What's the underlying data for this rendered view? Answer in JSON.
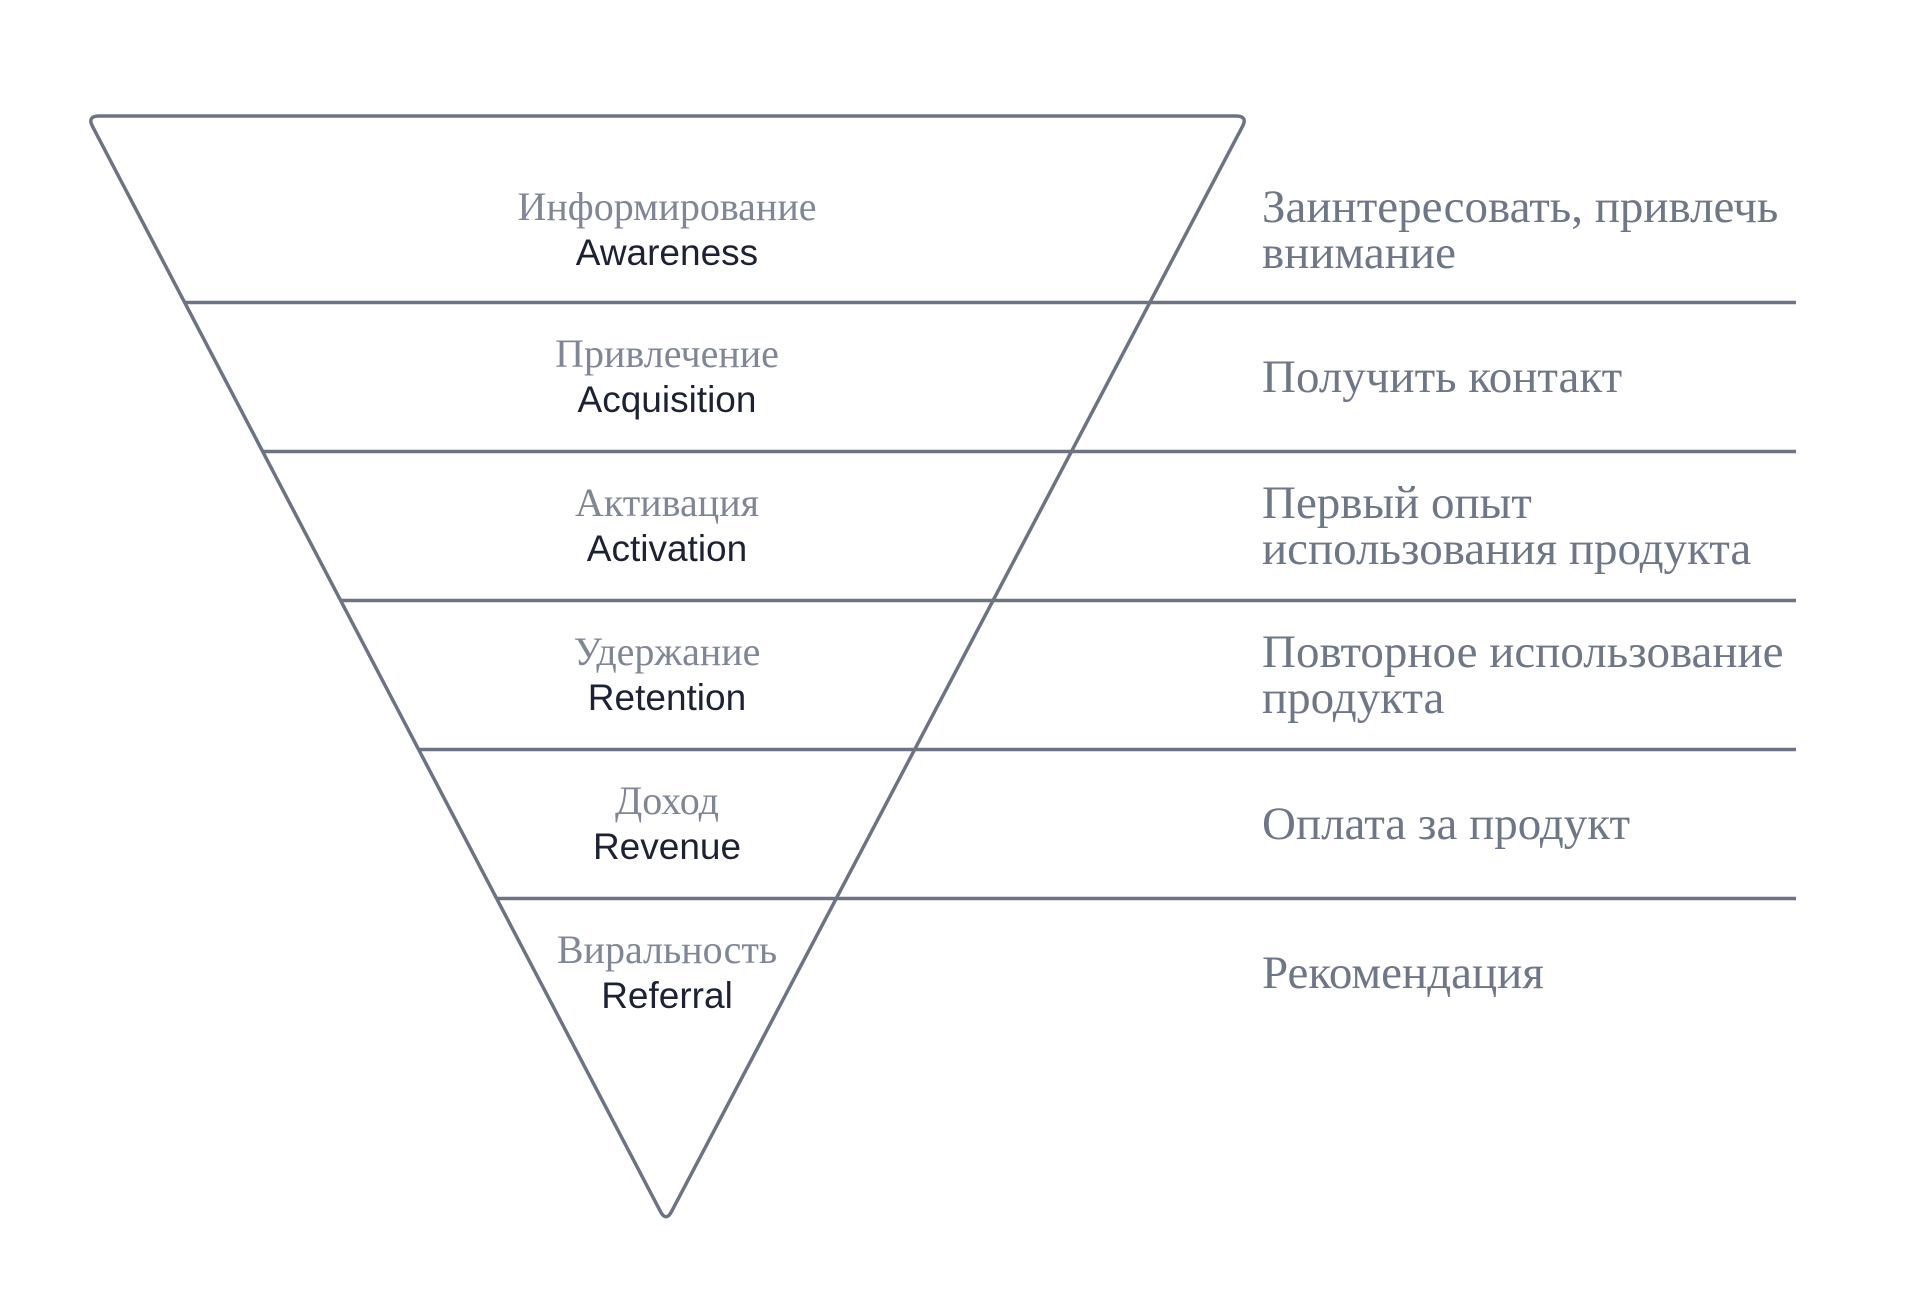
{
  "colors": {
    "background": "#ffffff",
    "outline": "#6b7384",
    "stage_label_ru": "#7f8797",
    "stage_label_en": "#1c2233",
    "description": "#6e7787"
  },
  "stages": [
    {
      "label_ru": "Информирование",
      "label_en": "Awareness",
      "description": [
        "Заинтересовать, привлечь",
        "внимание"
      ]
    },
    {
      "label_ru": "Привлечение",
      "label_en": "Acquisition",
      "description": [
        "Получить контакт"
      ]
    },
    {
      "label_ru": "Активация",
      "label_en": "Activation",
      "description": [
        "Первый опыт",
        "использования продукта"
      ]
    },
    {
      "label_ru": "Удержание",
      "label_en": "Retention",
      "description": [
        "Повторное использование",
        "продукта"
      ]
    },
    {
      "label_ru": "Доход",
      "label_en": "Revenue",
      "description": [
        "Оплата за продукт"
      ]
    },
    {
      "label_ru": "Виральность",
      "label_en": "Referral",
      "description": [
        "Рекомендация"
      ]
    }
  ]
}
